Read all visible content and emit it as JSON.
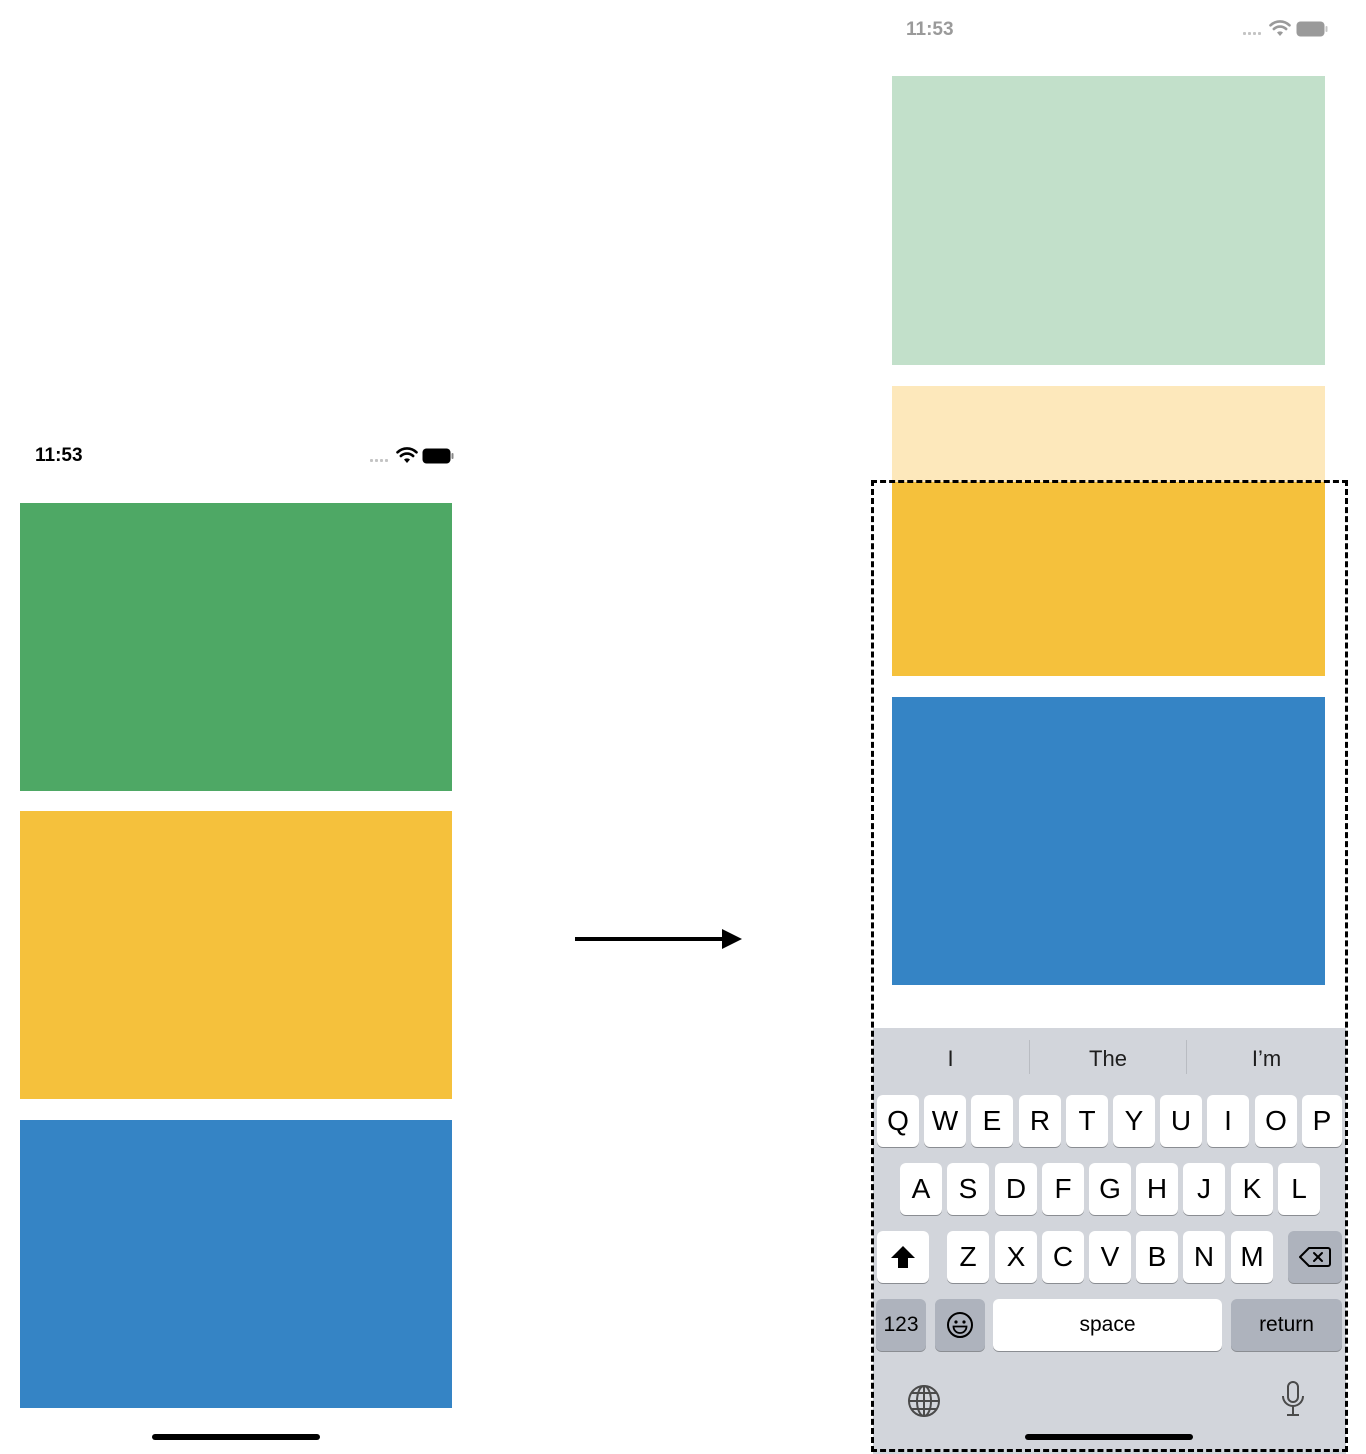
{
  "before": {
    "status_bar": {
      "time": "11:53",
      "icons": [
        "cellular-dots-icon",
        "wifi-icon",
        "battery-icon"
      ]
    },
    "blocks": [
      {
        "name": "green-block",
        "color": "#4ea865"
      },
      {
        "name": "yellow-block",
        "color": "#f5c13c"
      },
      {
        "name": "blue-block",
        "color": "#3584c5"
      }
    ]
  },
  "transition": {
    "icon": "right-arrow-icon"
  },
  "after": {
    "status_bar": {
      "time": "11:53",
      "icons": [
        "cellular-dots-icon",
        "wifi-icon",
        "battery-icon"
      ]
    },
    "blocks": [
      {
        "name": "faded-green-block",
        "color": "#c2e0ca"
      },
      {
        "name": "faded-yellow-block",
        "color": "#fde8bb"
      },
      {
        "name": "yellow-block",
        "color": "#f5c13c"
      },
      {
        "name": "blue-block",
        "color": "#3584c5"
      }
    ],
    "keyboard": {
      "suggestions": [
        "I",
        "The",
        "I’m"
      ],
      "row1": [
        "Q",
        "W",
        "E",
        "R",
        "T",
        "Y",
        "U",
        "I",
        "O",
        "P"
      ],
      "row2": [
        "A",
        "S",
        "D",
        "F",
        "G",
        "H",
        "J",
        "K",
        "L"
      ],
      "row3": [
        "Z",
        "X",
        "C",
        "V",
        "B",
        "N",
        "M"
      ],
      "shift_icon": "shift-icon",
      "delete_icon": "delete-icon",
      "numbers_label": "123",
      "emoji_icon": "emoji-icon",
      "space_label": "space",
      "return_label": "return",
      "globe_icon": "globe-icon",
      "mic_icon": "microphone-icon",
      "background_color": "#d2d5db"
    }
  }
}
